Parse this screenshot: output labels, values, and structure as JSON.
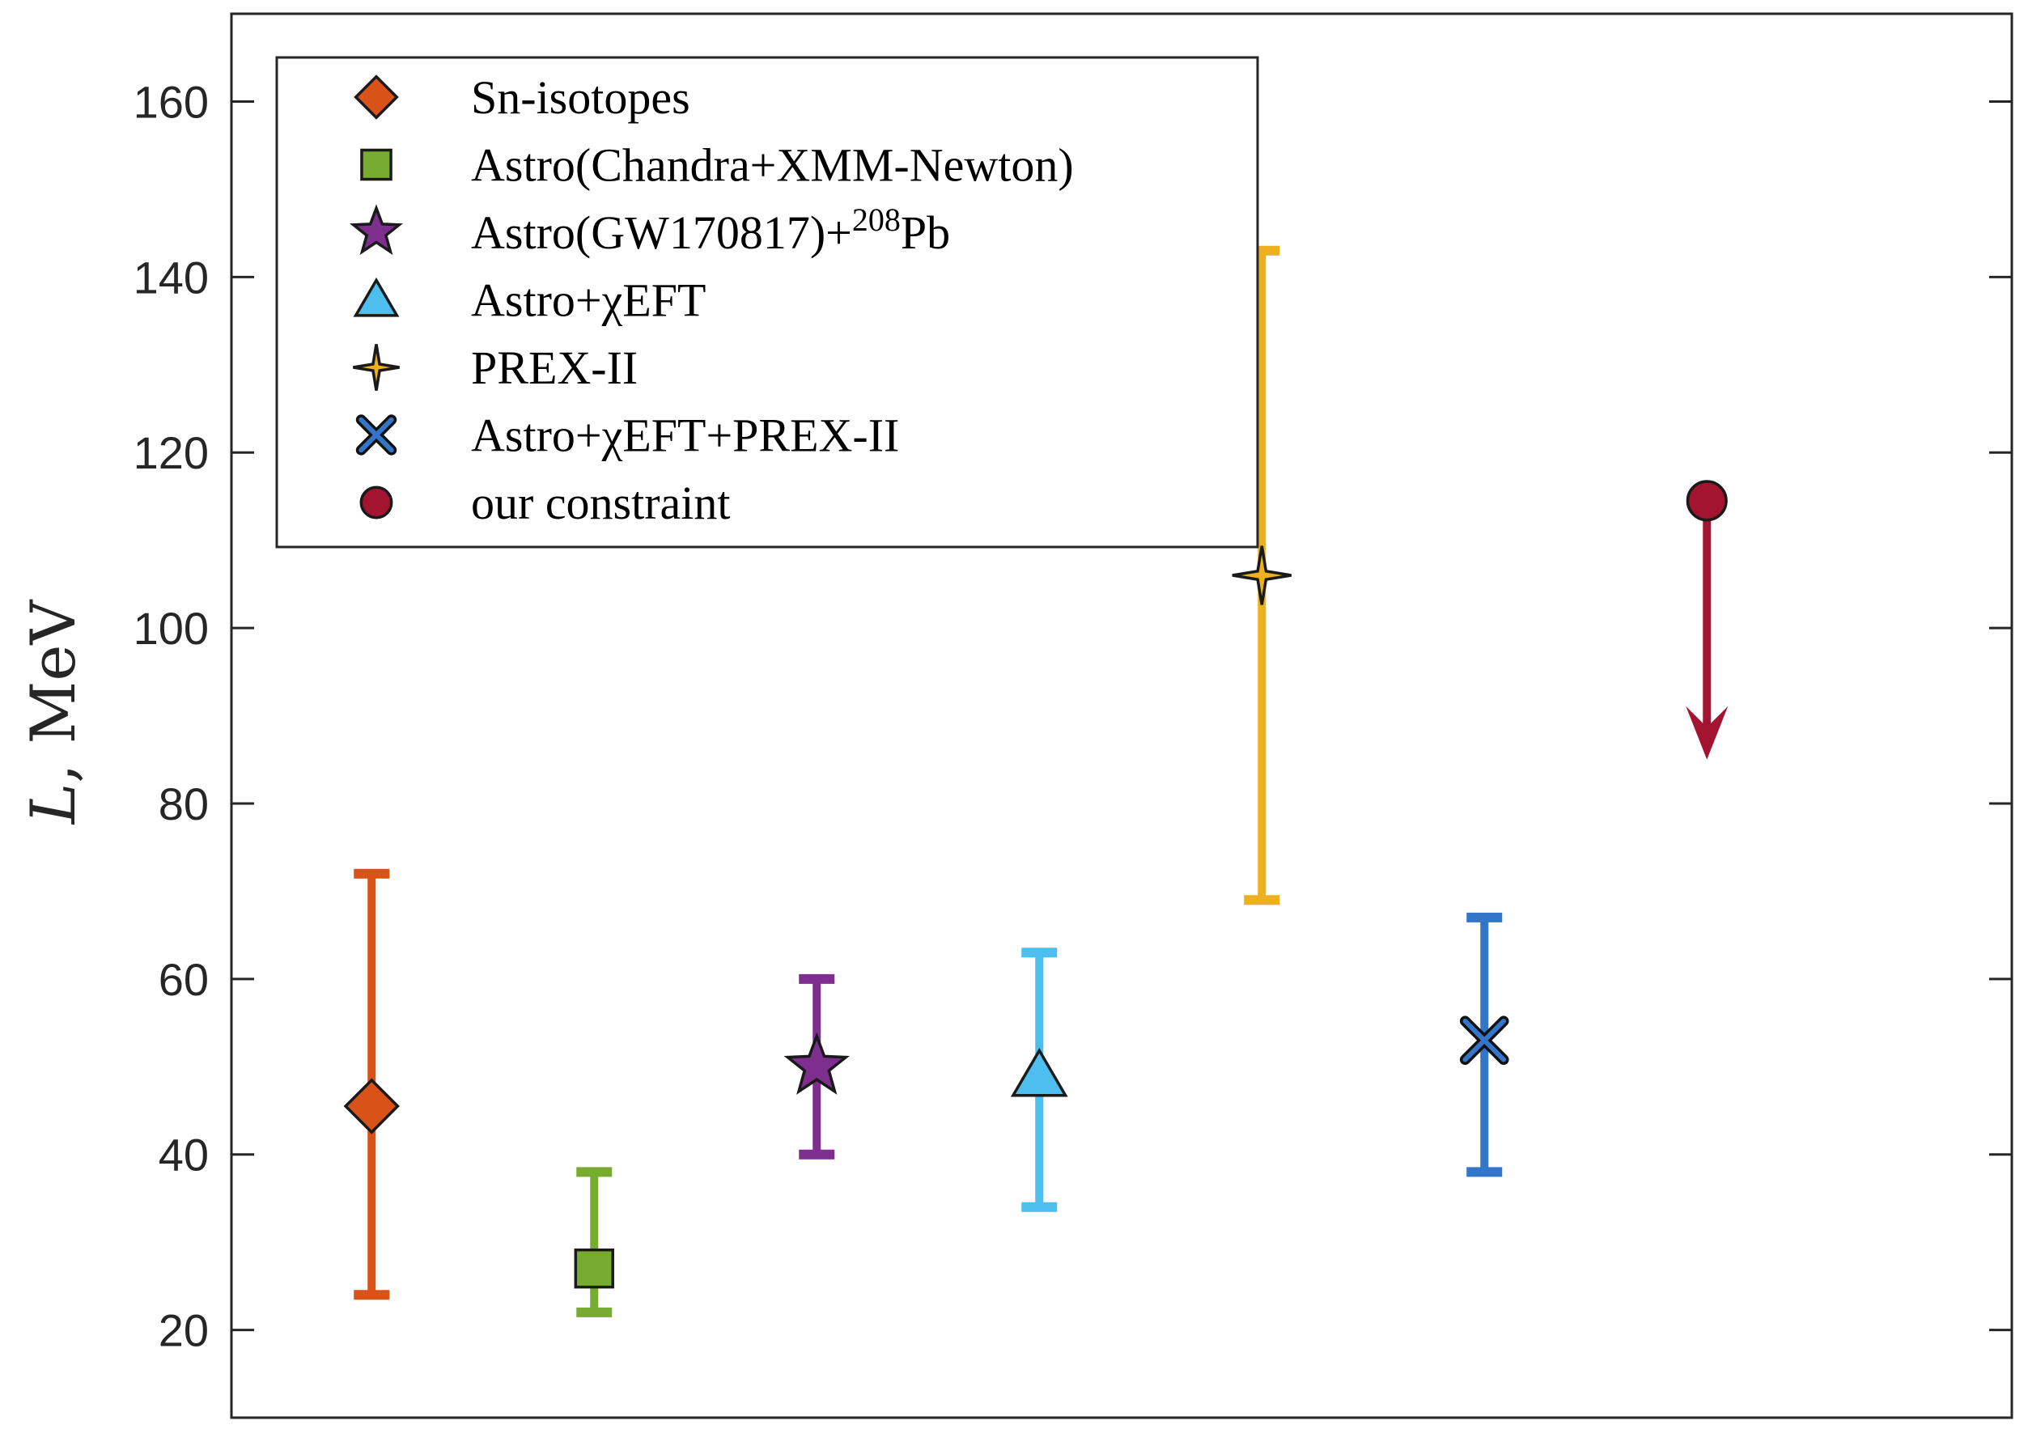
{
  "chart_data": {
    "type": "scatter",
    "ylabel_italic": "L",
    "ylabel_rest": ", MeV",
    "ylim": [
      10,
      170
    ],
    "yticks": [
      "20",
      "40",
      "60",
      "80",
      "100",
      "120",
      "140",
      "160"
    ],
    "ytick_values": [
      20,
      40,
      60,
      80,
      100,
      120,
      140,
      160
    ],
    "legend_position": "top-left",
    "grid": false,
    "series": [
      {
        "name": "Sn-isotopes",
        "marker": "diamond",
        "color": "#D95319",
        "x": 1,
        "y": 45.5,
        "lower": 24,
        "upper": 72
      },
      {
        "name": "Astro(Chandra+XMM-Newton)",
        "marker": "square",
        "color": "#77AC30",
        "x": 2,
        "y": 27,
        "lower": 22,
        "upper": 38
      },
      {
        "name": "Astro(GW170817)+",
        "name_sup": "208",
        "name_tail": "Pb",
        "marker": "star",
        "color": "#7E2F8E",
        "x": 3,
        "y": 50,
        "lower": 40,
        "upper": 60
      },
      {
        "name": "Astro+χEFT",
        "marker": "triangle",
        "color": "#4DBEEE",
        "x": 4,
        "y": 49,
        "lower": 34,
        "upper": 63
      },
      {
        "name": "PREX-II",
        "marker": "four-point-star",
        "color": "#EDB120",
        "x": 5,
        "y": 106,
        "lower": 69,
        "upper": 143
      },
      {
        "name": "Astro+χEFT+PREX-II",
        "marker": "x",
        "color": "#3275C9",
        "x": 6,
        "y": 53,
        "lower": 38,
        "upper": 67
      },
      {
        "name": "our constraint",
        "marker": "circle",
        "color": "#A2142F",
        "x": 7,
        "y": 114.5,
        "arrow_to": 85,
        "upper_limit": true
      }
    ]
  }
}
